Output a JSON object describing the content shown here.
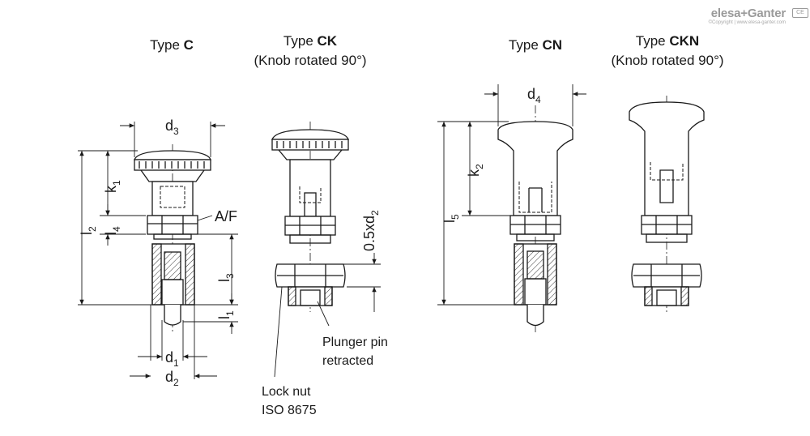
{
  "brand": {
    "name": "elesa+Ganter",
    "copyright": "©Copyright | www.elesa-ganter.com",
    "mark": "CE"
  },
  "types": [
    {
      "prefix": "Type ",
      "code": "C",
      "note": ""
    },
    {
      "prefix": "Type ",
      "code": "CK",
      "note": "(Knob rotated 90°)"
    },
    {
      "prefix": "Type ",
      "code": "CN",
      "note": ""
    },
    {
      "prefix": "Type ",
      "code": "CKN",
      "note": "(Knob rotated 90°)"
    }
  ],
  "dimensions": {
    "d3": {
      "base": "d",
      "sub": "3"
    },
    "d4": {
      "base": "d",
      "sub": "4"
    },
    "k1": {
      "base": "k",
      "sub": "1"
    },
    "k2": {
      "base": "k",
      "sub": "2"
    },
    "l2": {
      "base": "l",
      "sub": "2"
    },
    "l3": {
      "base": "l",
      "sub": "3"
    },
    "l4": {
      "base": "l",
      "sub": "4"
    },
    "l5": {
      "base": "l",
      "sub": "5"
    },
    "l1": {
      "base": "l",
      "sub": "1"
    },
    "d1": {
      "base": "d",
      "sub": "1"
    },
    "d2": {
      "base": "d",
      "sub": "2"
    },
    "half_d2": {
      "base": "0.5xd",
      "sub": "2"
    },
    "af": "A/F"
  },
  "callouts": {
    "plunger_line1": "Plunger pin",
    "plunger_line2": "retracted",
    "locknut_line1": "Lock nut",
    "locknut_line2": "ISO 8675"
  }
}
